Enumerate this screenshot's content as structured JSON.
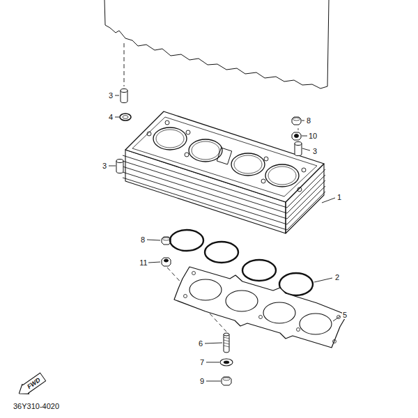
{
  "diagram": {
    "nodes": [
      {
        "text": [
          "FWD"
        ]
      }
    ],
    "labels": [
      "3",
      "4",
      "8",
      "10",
      "3",
      "3",
      "1",
      "8",
      "11",
      "2",
      "5",
      "6",
      "7",
      "9",
      "36Y310-4020"
    ]
  }
}
